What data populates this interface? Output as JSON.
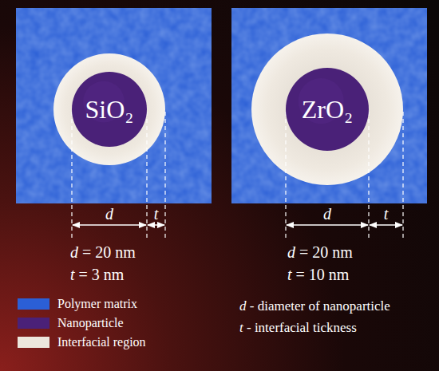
{
  "diagram": {
    "nodes": [
      {
        "text": [
          "SiO₂"
        ]
      },
      {
        "text": [
          "ZrO₂"
        ]
      }
    ],
    "labels": [
      "d",
      "t",
      "d = 20 nm",
      "t = 3 nm",
      "d",
      "t",
      "d = 20 nm",
      "t = 10 nm",
      "d - diameter of nanoparticle",
      "t - interfacial tickness"
    ],
    "legend": [
      {
        "text": "Polymer matrix",
        "color": "#2b5fd6"
      },
      {
        "text": "Nanoparticle",
        "color": "#4a2178"
      },
      {
        "text": "Interfacial region",
        "color": "#ece6dc"
      }
    ]
  }
}
